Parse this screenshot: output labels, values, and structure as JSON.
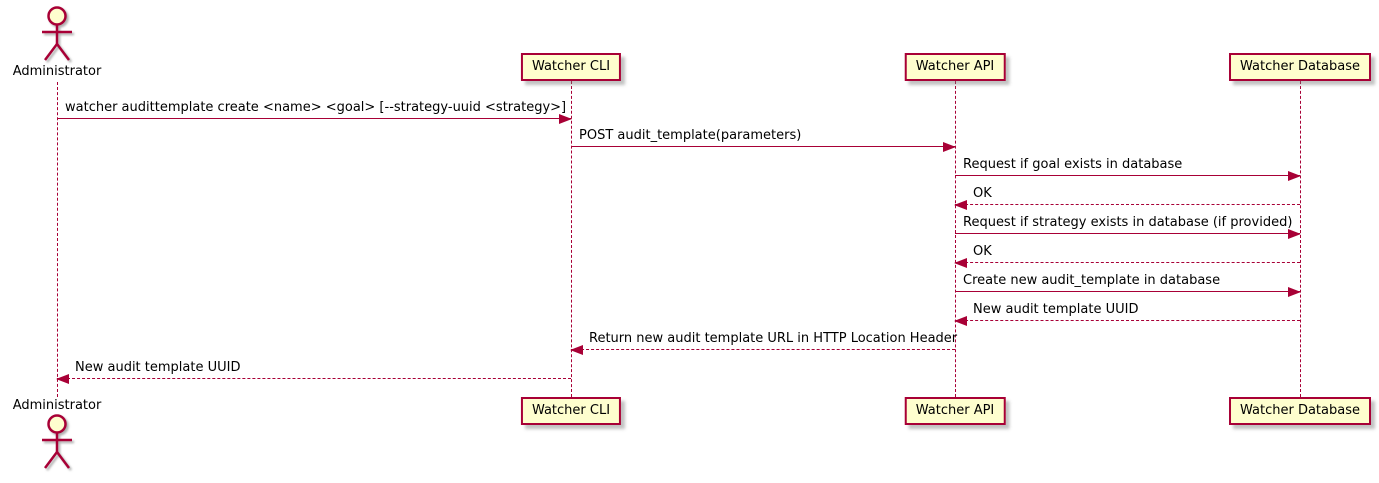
{
  "colors": {
    "border": "#A80036",
    "participant_fill": "#FEFECE",
    "arrow": "#A80036",
    "lifeline": "#A80036",
    "text": "#000000",
    "background": "#FFFFFF"
  },
  "actor": {
    "label": "Administrator"
  },
  "participants": [
    {
      "label": "Watcher CLI"
    },
    {
      "label": "Watcher API"
    },
    {
      "label": "Watcher Database"
    }
  ],
  "messages": [
    {
      "from": "Administrator",
      "to": "Watcher CLI",
      "style": "solid",
      "text": "watcher audittemplate create <name> <goal> [--strategy-uuid <strategy>]"
    },
    {
      "from": "Watcher CLI",
      "to": "Watcher API",
      "style": "solid",
      "text": "POST audit_template(parameters)"
    },
    {
      "from": "Watcher API",
      "to": "Watcher Database",
      "style": "solid",
      "text": "Request if goal exists in database"
    },
    {
      "from": "Watcher Database",
      "to": "Watcher API",
      "style": "dashed",
      "text": "OK"
    },
    {
      "from": "Watcher API",
      "to": "Watcher Database",
      "style": "solid",
      "text": "Request if strategy exists in database (if provided)"
    },
    {
      "from": "Watcher Database",
      "to": "Watcher API",
      "style": "dashed",
      "text": "OK"
    },
    {
      "from": "Watcher API",
      "to": "Watcher Database",
      "style": "solid",
      "text": "Create new audit_template in database"
    },
    {
      "from": "Watcher Database",
      "to": "Watcher API",
      "style": "dashed",
      "text": "New audit template UUID"
    },
    {
      "from": "Watcher API",
      "to": "Watcher CLI",
      "style": "dashed",
      "text": "Return new audit template URL in HTTP Location Header"
    },
    {
      "from": "Watcher CLI",
      "to": "Administrator",
      "style": "dashed",
      "text": "New audit template UUID"
    }
  ]
}
